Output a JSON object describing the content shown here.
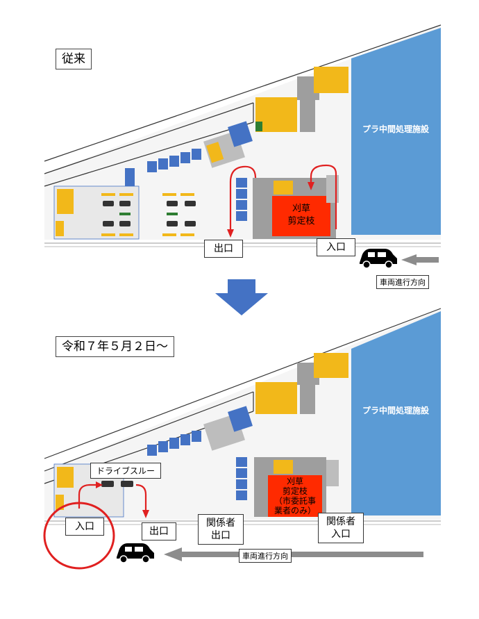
{
  "before": {
    "title": "従来",
    "facility": "プラ中間処理施設",
    "grass_area": [
      "刈草",
      "剪定枝"
    ],
    "exit": "出口",
    "entrance": "入口",
    "vehicle_direction": "車両進行方向"
  },
  "after": {
    "title": "令和７年５月２日〜",
    "facility": "プラ中間処理施設",
    "drive_through": "ドライブスルー",
    "grass_area": [
      "刈草",
      "剪定枝",
      "（市委託事",
      "業者のみ）"
    ],
    "entrance": "入口",
    "exit": "出口",
    "staff_exit": [
      "関係者",
      "出口"
    ],
    "staff_entrance": [
      "関係者",
      "入口"
    ],
    "vehicle_direction": "車両進行方向"
  },
  "colors": {
    "facility_blue": "#5b9bd5",
    "grass_red": "#ff2a00",
    "arrow_red": "#e02020",
    "arrow_gray": "#8c8c8c",
    "down_arrow_blue": "#4472c4",
    "building_yellow": "#f2b81a",
    "circle_red": "#e02020"
  }
}
